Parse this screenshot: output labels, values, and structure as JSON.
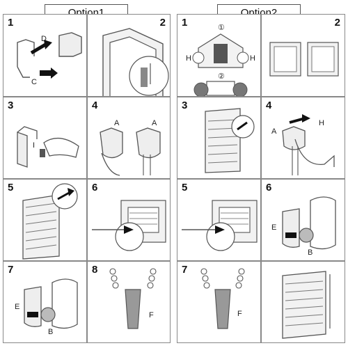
{
  "options": {
    "left": "Option1",
    "right": "Option2"
  },
  "option1": {
    "steps": [
      {
        "number": "1",
        "labels": [
          "D",
          "C"
        ]
      },
      {
        "number": "2",
        "labels": []
      },
      {
        "number": "3",
        "labels": [
          "I"
        ]
      },
      {
        "number": "4",
        "labels": [
          "A",
          "A"
        ]
      },
      {
        "number": "5",
        "labels": []
      },
      {
        "number": "6",
        "labels": []
      },
      {
        "number": "7",
        "labels": [
          "E",
          "B"
        ]
      },
      {
        "number": "8",
        "labels": [
          "F"
        ]
      }
    ]
  },
  "option2": {
    "steps": [
      {
        "number": "1",
        "labels": [
          "①",
          "②",
          "H",
          "H"
        ]
      },
      {
        "number": "2",
        "labels": []
      },
      {
        "number": "3",
        "labels": []
      },
      {
        "number": "4",
        "labels": [
          "A",
          "H"
        ]
      },
      {
        "number": "5",
        "labels": []
      },
      {
        "number": "6",
        "labels": [
          "E",
          "B"
        ]
      },
      {
        "number": "7",
        "labels": [
          "F"
        ]
      },
      {
        "number": "",
        "labels": []
      }
    ]
  },
  "colors": {
    "border": "#888888",
    "line": "#555555",
    "arrow": "#111111",
    "shade": "#d8d8d8"
  }
}
